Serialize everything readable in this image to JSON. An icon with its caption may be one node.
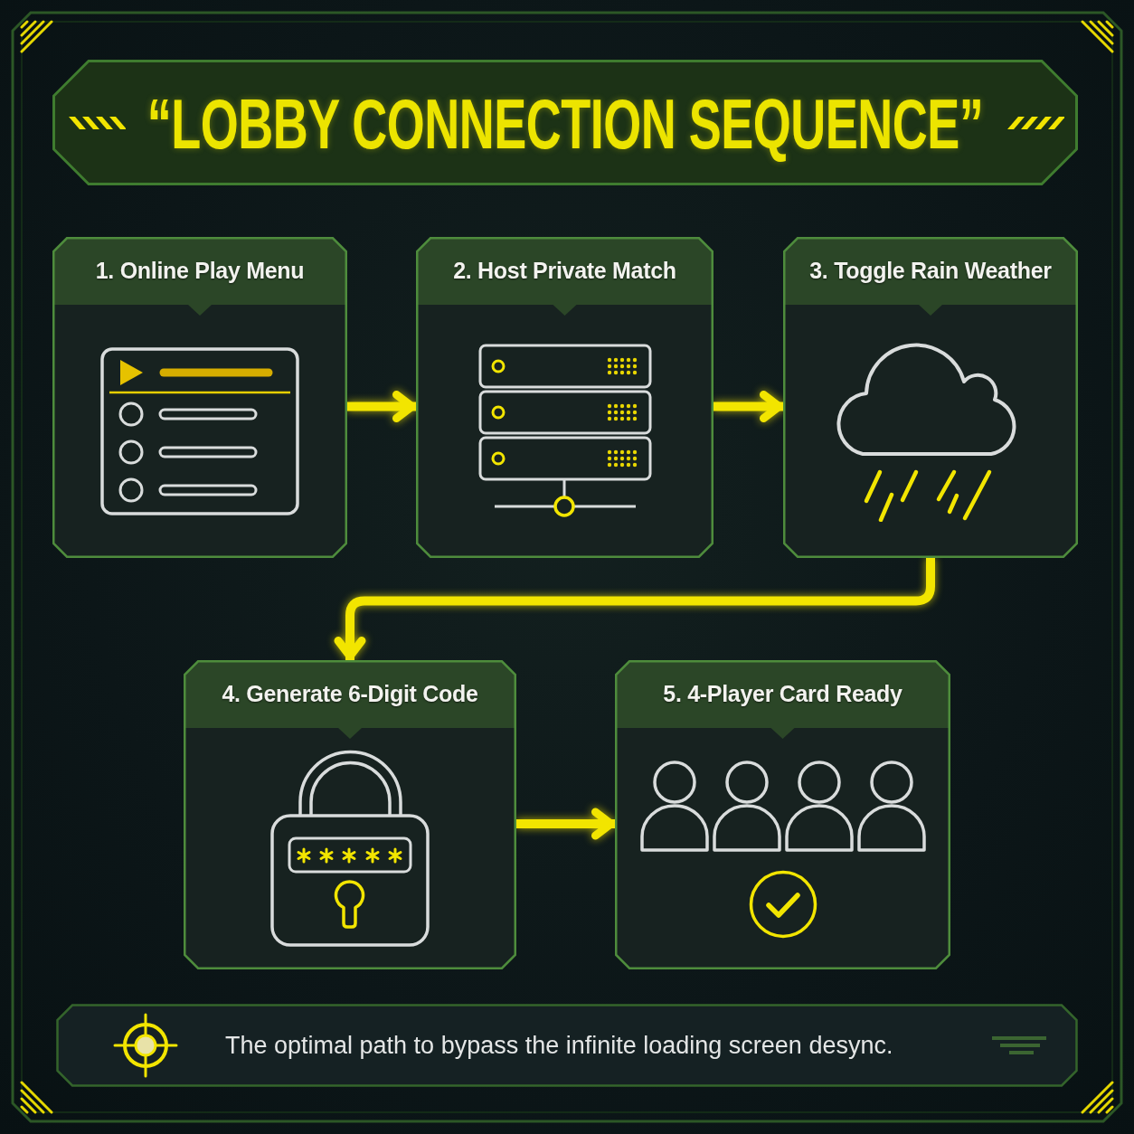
{
  "diagram": {
    "title": "“LOBBY CONNECTION SEQUENCE”",
    "caption": "The optimal path to bypass the infinite loading screen desync.",
    "nodes": [
      {
        "text": [
          "1. Online Play Menu"
        ]
      },
      {
        "text": [
          "2. Host Private Match"
        ]
      },
      {
        "text": [
          "3. Toggle Rain Weather"
        ]
      },
      {
        "text": [
          "4. Generate 6-Digit Code"
        ]
      },
      {
        "text": [
          "5. 4-Player Card Ready"
        ]
      }
    ],
    "edges": [
      {
        "from": 0,
        "to": 1,
        "arrow": "to"
      },
      {
        "from": 1,
        "to": 2,
        "arrow": "to"
      },
      {
        "from": 2,
        "to": 3,
        "arrow": "to"
      },
      {
        "from": 3,
        "to": 4,
        "arrow": "to"
      }
    ]
  }
}
